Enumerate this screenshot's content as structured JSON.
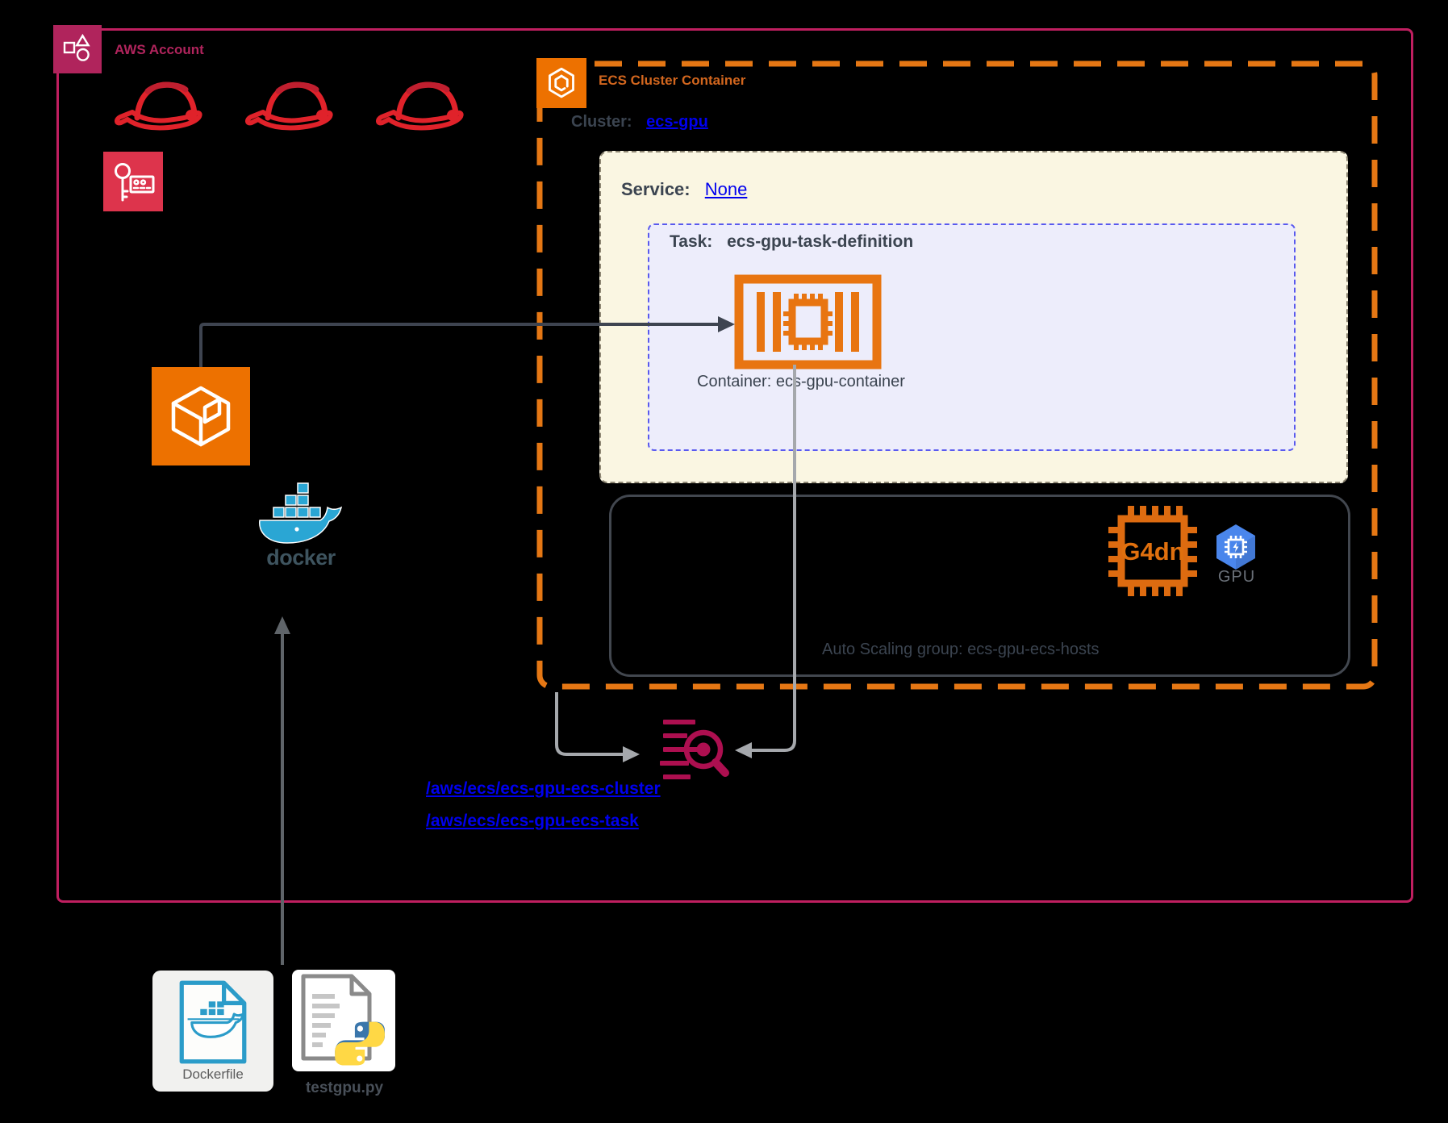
{
  "colors": {
    "background": "#000000",
    "aws_account_accent": "#b0245c",
    "ecs_dashed_orange": "#e57714",
    "aws_icon_orange": "#ed7100",
    "link_blue": "#0000ee",
    "text_dark": "#3b4450",
    "iam_red": "#dd344c",
    "redhat_red": "#e0222a",
    "logs_crimson": "#ad0f50",
    "docker_blue": "#2aa6d4",
    "gpu_hex_blue": "#4a86ec",
    "service_box_bg": "#faf6e2",
    "task_box_bg": "#ededfb",
    "arrow_dark": "#3e4450",
    "arrow_gray": "#a5a8ac"
  },
  "aws_account": {
    "label": "AWS Account",
    "icon": "aws-account-icon"
  },
  "builders": {
    "icon": "redhat-hat-icon",
    "count": 3
  },
  "iam": {
    "icon": "iam-credentials-icon"
  },
  "ecr": {
    "icon": "ecr-registry-icon"
  },
  "docker": {
    "wordmark": "docker",
    "icon": "docker-whale-icon"
  },
  "ecs": {
    "icon": "ecs-service-icon",
    "title": "ECS Cluster Container",
    "cluster_label": "Cluster:",
    "cluster_name": "ecs-gpu",
    "service_label": "Service:",
    "service_value": "None",
    "task_label": "Task:",
    "task_name": "ecs-gpu-task-definition",
    "container_icon": "ecs-container-icon",
    "container_caption": "Container: ecs-gpu-container",
    "instance_type_label": "G4dn",
    "gpu_label": "GPU",
    "asg_label": "Auto Scaling group: ecs-gpu-ecs-hosts"
  },
  "logs": {
    "icon": "cloudwatch-logs-icon",
    "cluster_log_group": "/aws/ecs/ecs-gpu-ecs-cluster",
    "task_log_group": "/aws/ecs/ecs-gpu-ecs-task"
  },
  "files": {
    "dockerfile": "Dockerfile",
    "python_file": "testgpu.py"
  }
}
